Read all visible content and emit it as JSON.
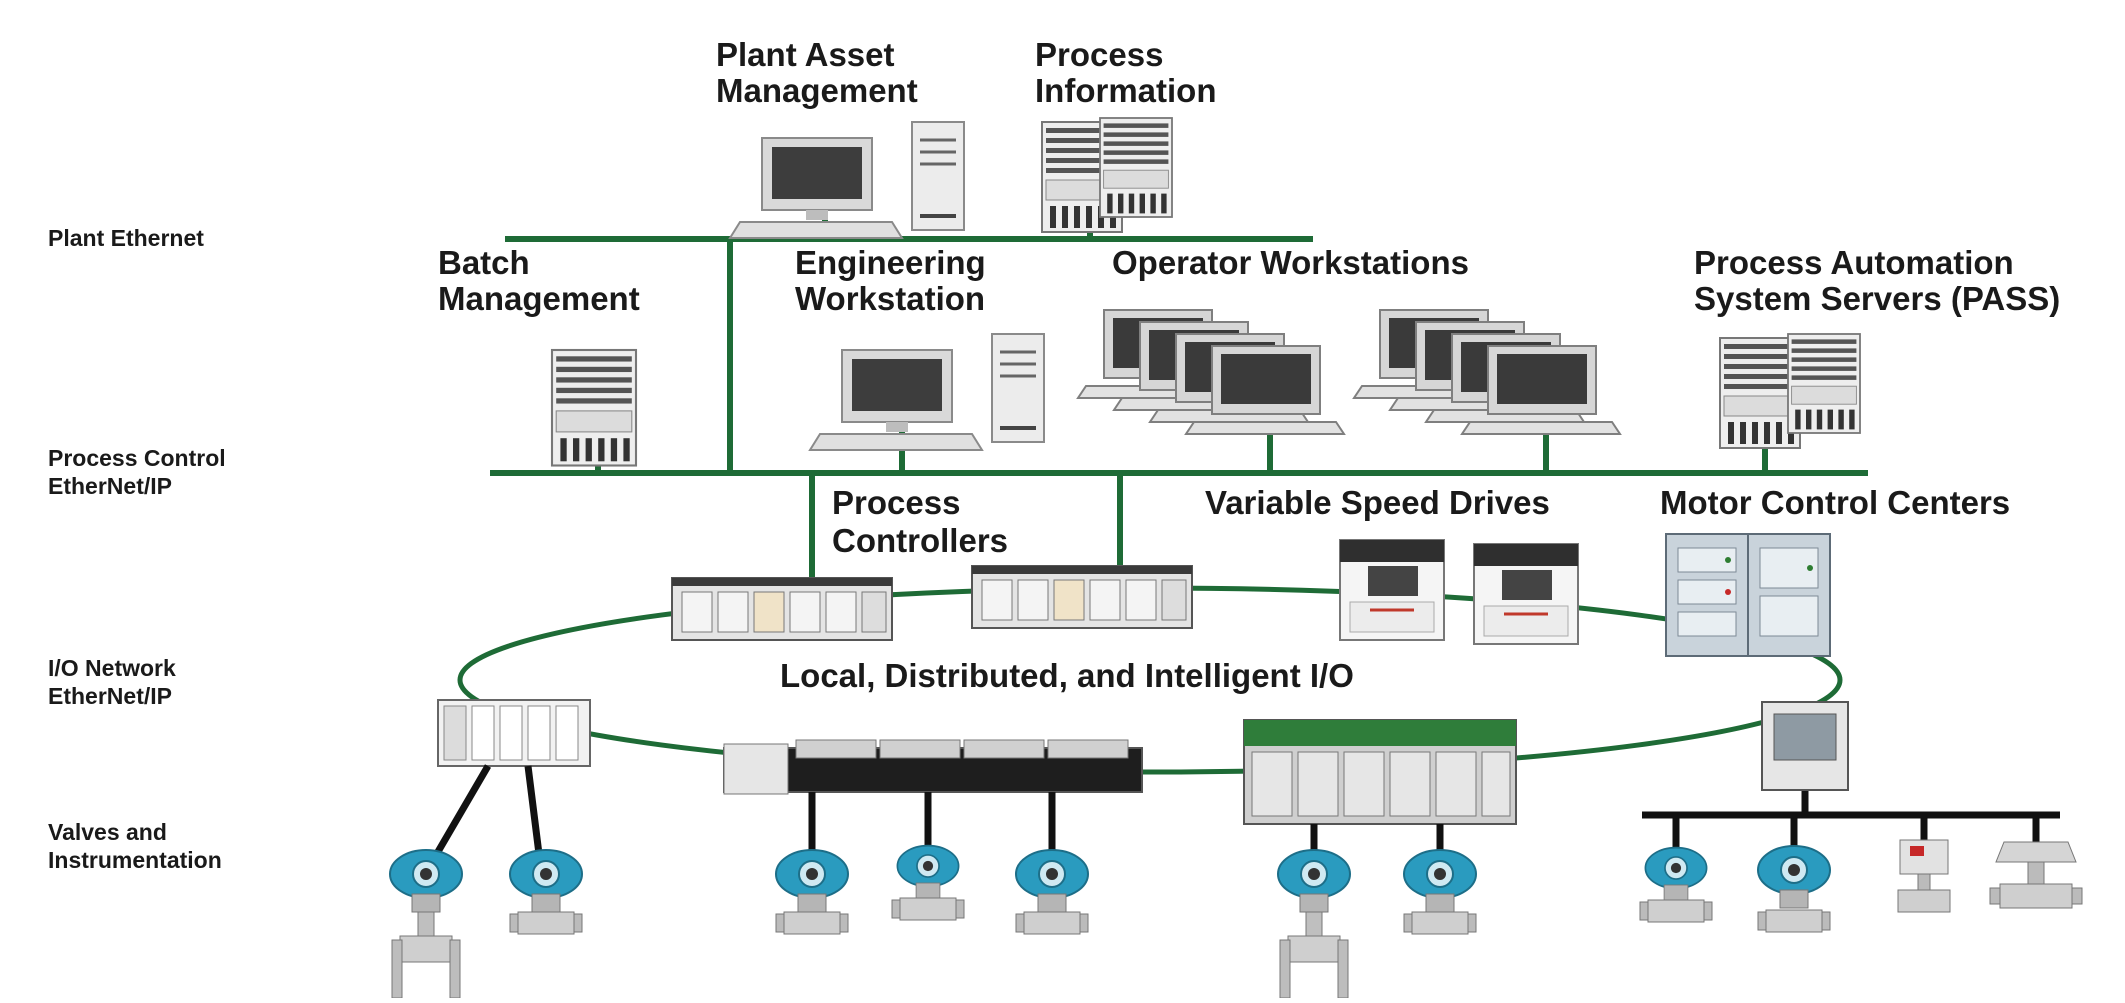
{
  "levels": {
    "plant_ethernet": "Plant Ethernet",
    "process_control_1": "Process Control",
    "process_control_2": "EtherNet/IP",
    "io_network_1": "I/O Network",
    "io_network_2": "EtherNet/IP",
    "valves_1": "Valves and",
    "valves_2": "Instrumentation"
  },
  "labels": {
    "plant_asset_1": "Plant Asset",
    "plant_asset_2": "Management",
    "process_info_1": "Process",
    "process_info_2": "Information",
    "batch_1": "Batch",
    "batch_2": "Management",
    "eng_ws_1": "Engineering",
    "eng_ws_2": "Workstation",
    "operator_ws": "Operator Workstations",
    "pass_1": "Process Automation",
    "pass_2": "System Servers (PASS)",
    "controllers_1": "Process",
    "controllers_2": "Controllers",
    "vsd": "Variable Speed Drives",
    "mcc": "Motor Control Centers",
    "io": "Local, Distributed, and Intelligent I/O"
  },
  "colors": {
    "network_green": "#1e6b36",
    "instrument_blue": "#2a9bbf"
  },
  "icons": {
    "workstation": "desktop-computer-icon",
    "server": "server-rack-icon",
    "controller": "plc-chassis-icon",
    "drive": "variable-speed-drive-icon",
    "mcc": "motor-control-center-icon",
    "transmitter": "transmitter-icon",
    "valve": "control-valve-icon"
  }
}
